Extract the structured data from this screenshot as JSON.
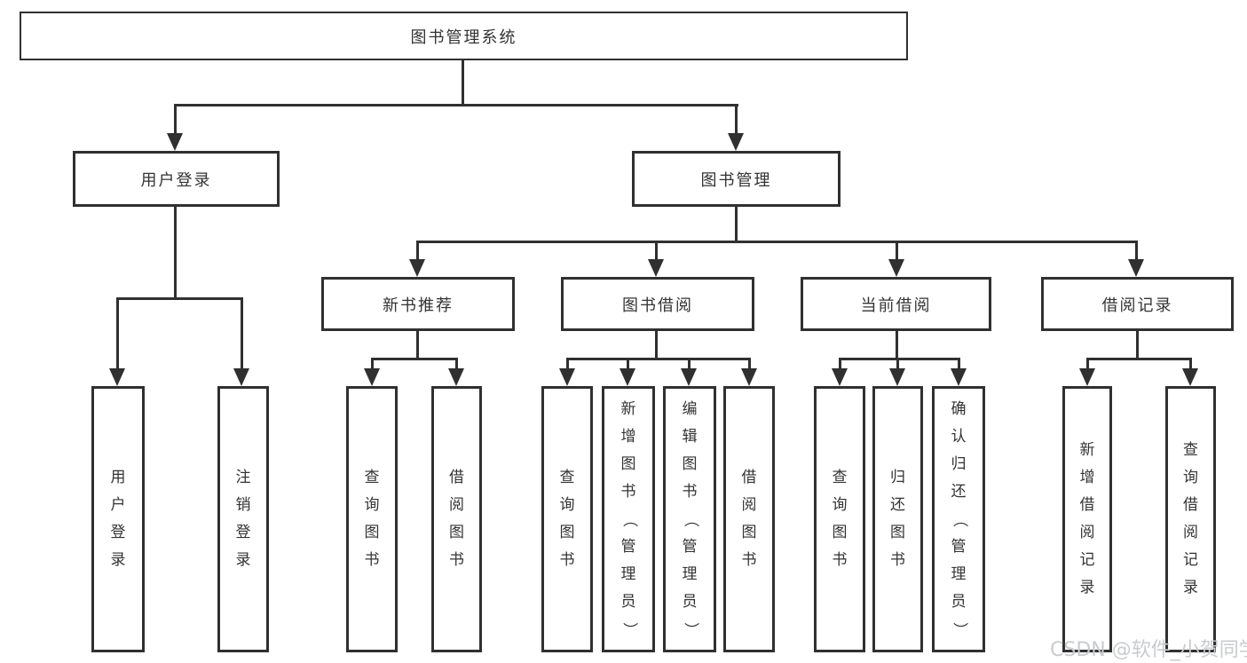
{
  "tree": {
    "root": {
      "label": "图书管理系统",
      "children": [
        {
          "label": "用户登录",
          "children": [
            {
              "label": "用户登录"
            },
            {
              "label": "注销登录"
            }
          ]
        },
        {
          "label": "图书管理",
          "children": [
            {
              "label": "新书推荐",
              "children": [
                {
                  "label": "查询图书"
                },
                {
                  "label": "借阅图书"
                }
              ]
            },
            {
              "label": "图书借阅",
              "children": [
                {
                  "label": "查询图书"
                },
                {
                  "label": "新增图书（管理员）"
                },
                {
                  "label": "编辑图书（管理员）"
                },
                {
                  "label": "借阅图书"
                }
              ]
            },
            {
              "label": "当前借阅",
              "children": [
                {
                  "label": "查询图书"
                },
                {
                  "label": "归还图书"
                },
                {
                  "label": "确认归还（管理员）"
                }
              ]
            },
            {
              "label": "借阅记录",
              "children": [
                {
                  "label": "新增借阅记录"
                },
                {
                  "label": "查询借阅记录"
                }
              ]
            }
          ]
        }
      ]
    }
  },
  "watermark": {
    "text": "CSDN @软件_小贺同学"
  },
  "colors": {
    "line": "#303030",
    "text": "#333333",
    "watermark": "#c9cbce",
    "background": "#ffffff"
  }
}
